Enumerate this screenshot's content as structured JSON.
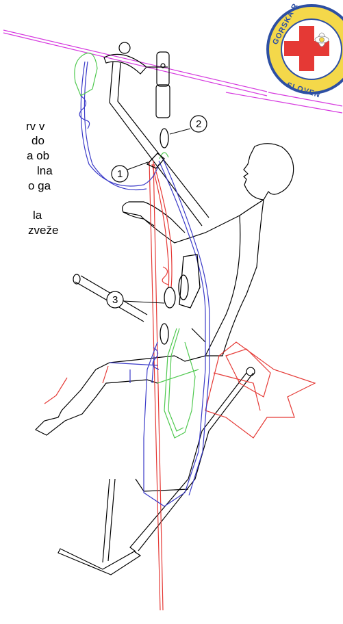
{
  "side_text": {
    "line1": "rv v",
    "line2": "do",
    "line3": "a ob",
    "line4": "lna",
    "line5": "o ga",
    "line6": "la",
    "line7": "zveže"
  },
  "callouts": {
    "one": "1",
    "two": "2",
    "three": "3"
  },
  "logo": {
    "top_text": "GORSKA R",
    "bottom_text": "SLOVEN",
    "ring_color": "#2d4fa3",
    "cross_color": "#e53935"
  },
  "colors": {
    "rope_red": "#e53935",
    "rope_blue": "#3a3ac8",
    "rope_green": "#4fc94f",
    "guide_magenta": "#d63adf",
    "outline": "#000000"
  }
}
